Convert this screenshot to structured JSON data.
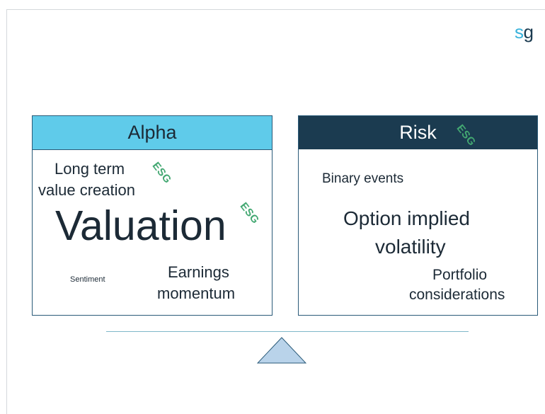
{
  "logo": {
    "s": "s",
    "g": "g"
  },
  "colors": {
    "alpha_header": "#5fcbea",
    "risk_header": "#1b3b50",
    "panel_border": "#2a5a78",
    "esg": "#43a872",
    "beam": "#7fb7c9",
    "fulcrum_fill": "#b9d3ea",
    "fulcrum_stroke": "#2a5a78"
  },
  "alpha": {
    "title": "Alpha",
    "long_term_1": "Long term",
    "long_term_2": "value creation",
    "esg_1": "ESG",
    "valuation": "Valuation",
    "esg_2": "ESG",
    "sentiment": "Sentiment",
    "earnings_1": "Earnings",
    "earnings_2": "momentum"
  },
  "risk": {
    "title": "Risk",
    "esg": "ESG",
    "binary_events": "Binary events",
    "option_1": "Option implied",
    "option_2": "volatility",
    "portfolio_1": "Portfolio",
    "portfolio_2": "considerations"
  }
}
